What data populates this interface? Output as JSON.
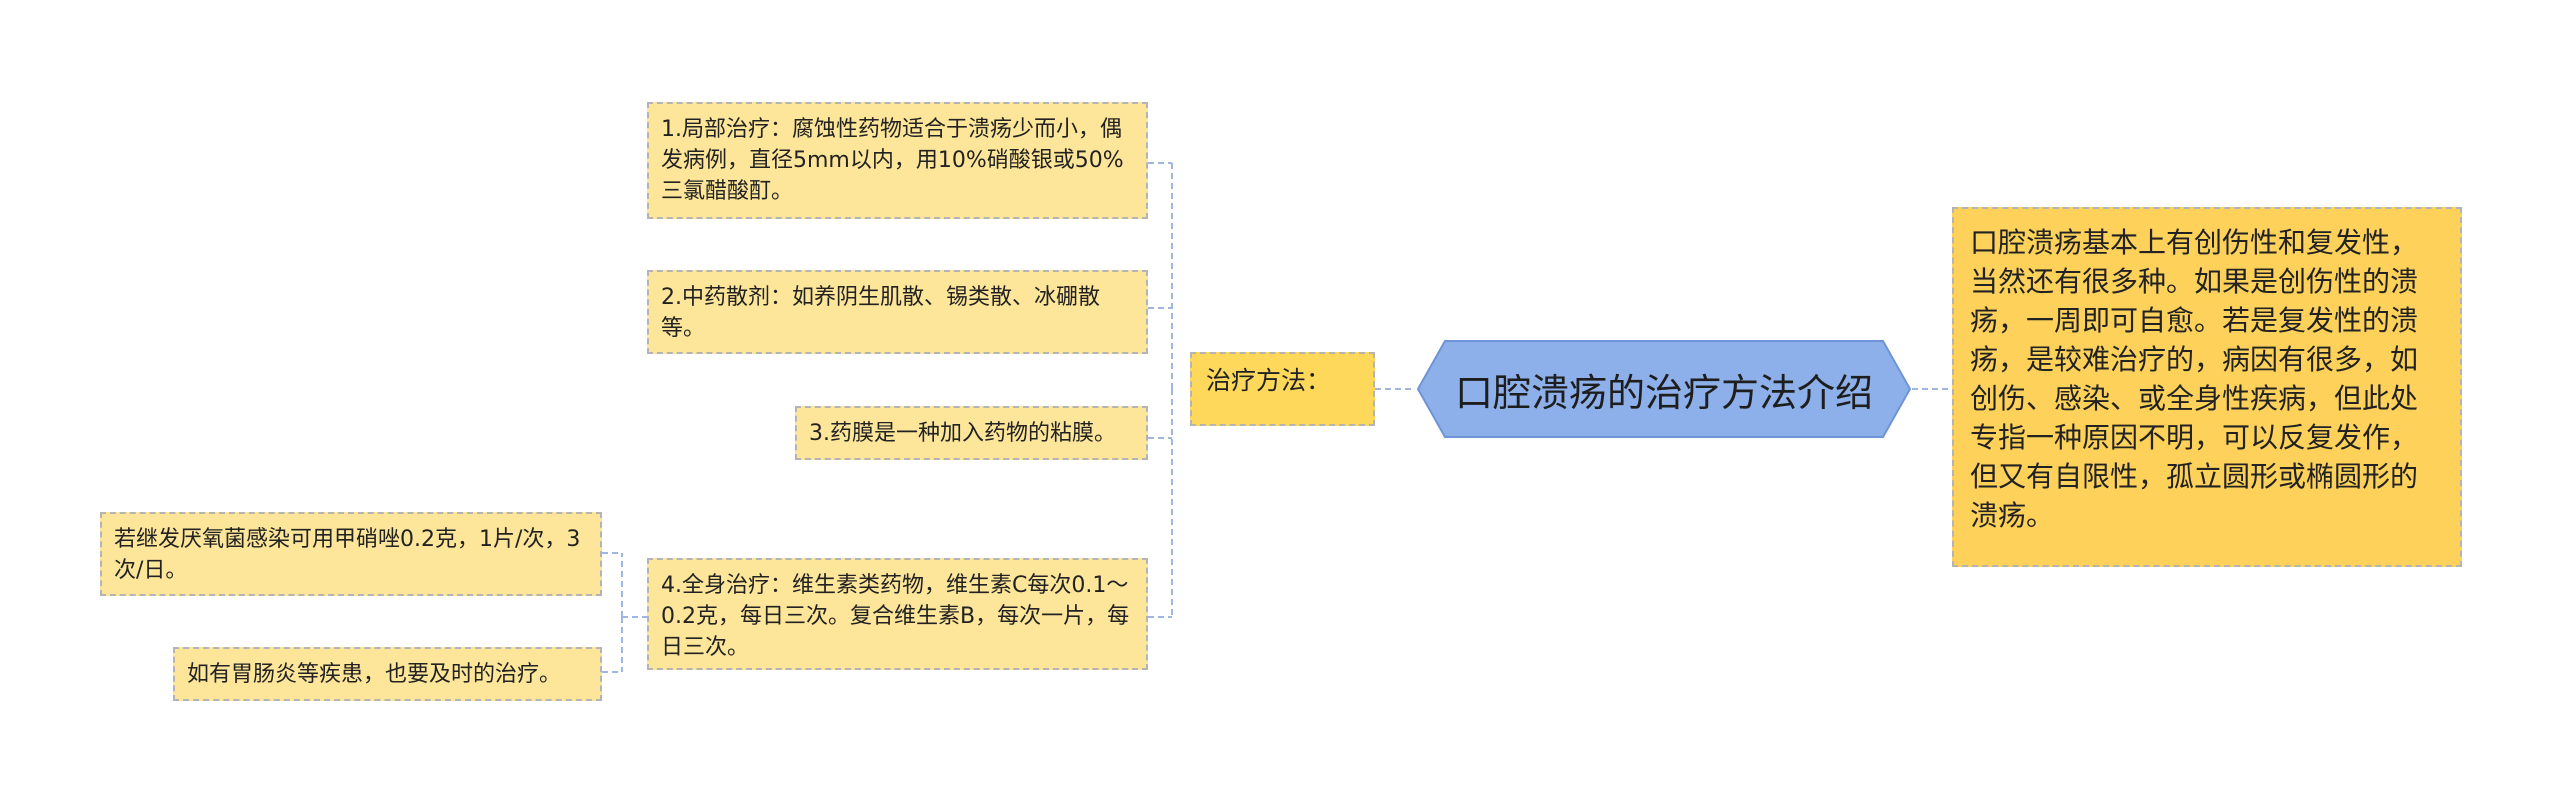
{
  "root": {
    "label": "口腔溃疡的治疗方法介绍"
  },
  "right": {
    "text": "口腔溃疡基本上有创伤性和复发性，当然还有很多种。如果是创伤性的溃疡，一周即可自愈。若是复发性的溃疡，是较难治疗的，病因有很多，如创伤、感染、或全身性疾病，但此处专指一种原因不明，可以反复发作，但又有自限性，孤立圆形或椭圆形的溃疡。"
  },
  "method": {
    "label": "治疗方法："
  },
  "items": [
    {
      "text": "1.局部治疗：腐蚀性药物适合于溃疡少而小，偶发病例，直径5mm以内，用10%硝酸银或50%三氯醋酸酊。"
    },
    {
      "text": "2.中药散剂：如养阴生肌散、锡类散、冰硼散等。"
    },
    {
      "text": "3.药膜是一种加入药物的粘膜。"
    },
    {
      "text": "4.全身治疗：维生素类药物，维生素C每次0.1～0.2克，每日三次。复合维生素B，每次一片，每日三次。"
    }
  ],
  "subitems": [
    {
      "text": "若继发厌氧菌感染可用甲硝唑0.2克，1片/次，3次/日。"
    },
    {
      "text": "如有胃肠炎等疾患，也要及时的治疗。"
    }
  ],
  "colors": {
    "root_fill": "#8eb0ea",
    "root_border": "#6f94d6",
    "node_light": "#fde69a",
    "node_mid": "#fdd85a",
    "node_right": "#fdd15a",
    "connector": "#9fb6e2"
  }
}
